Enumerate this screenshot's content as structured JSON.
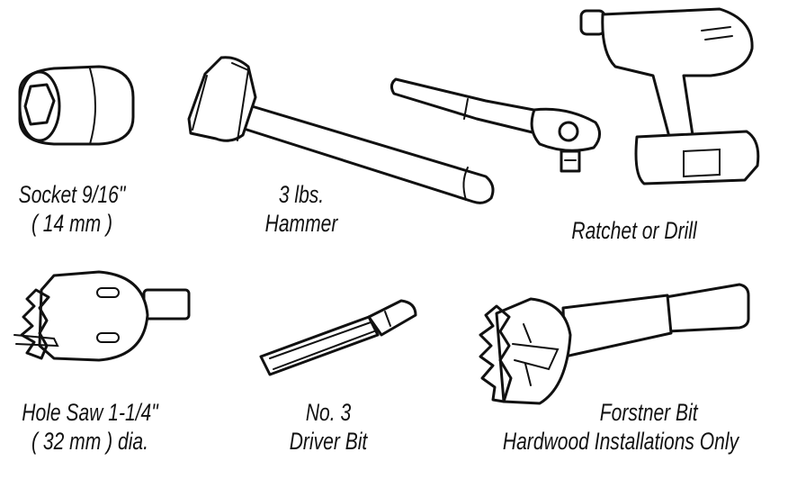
{
  "tools": [
    {
      "id": "socket",
      "lines": [
        "Socket 9/16\"",
        "( 14 mm )"
      ]
    },
    {
      "id": "hammer",
      "lines": [
        "3 lbs.",
        "Hammer"
      ]
    },
    {
      "id": "ratchet",
      "lines": [
        "Ratchet or Drill"
      ]
    },
    {
      "id": "hole-saw",
      "lines": [
        "Hole Saw 1-1/4\"",
        "( 32 mm ) dia."
      ]
    },
    {
      "id": "driver-bit",
      "lines": [
        "No. 3",
        "Driver Bit"
      ]
    },
    {
      "id": "forstner",
      "lines": [
        "Forstner Bit",
        "Hardwood Installations Only"
      ]
    }
  ]
}
